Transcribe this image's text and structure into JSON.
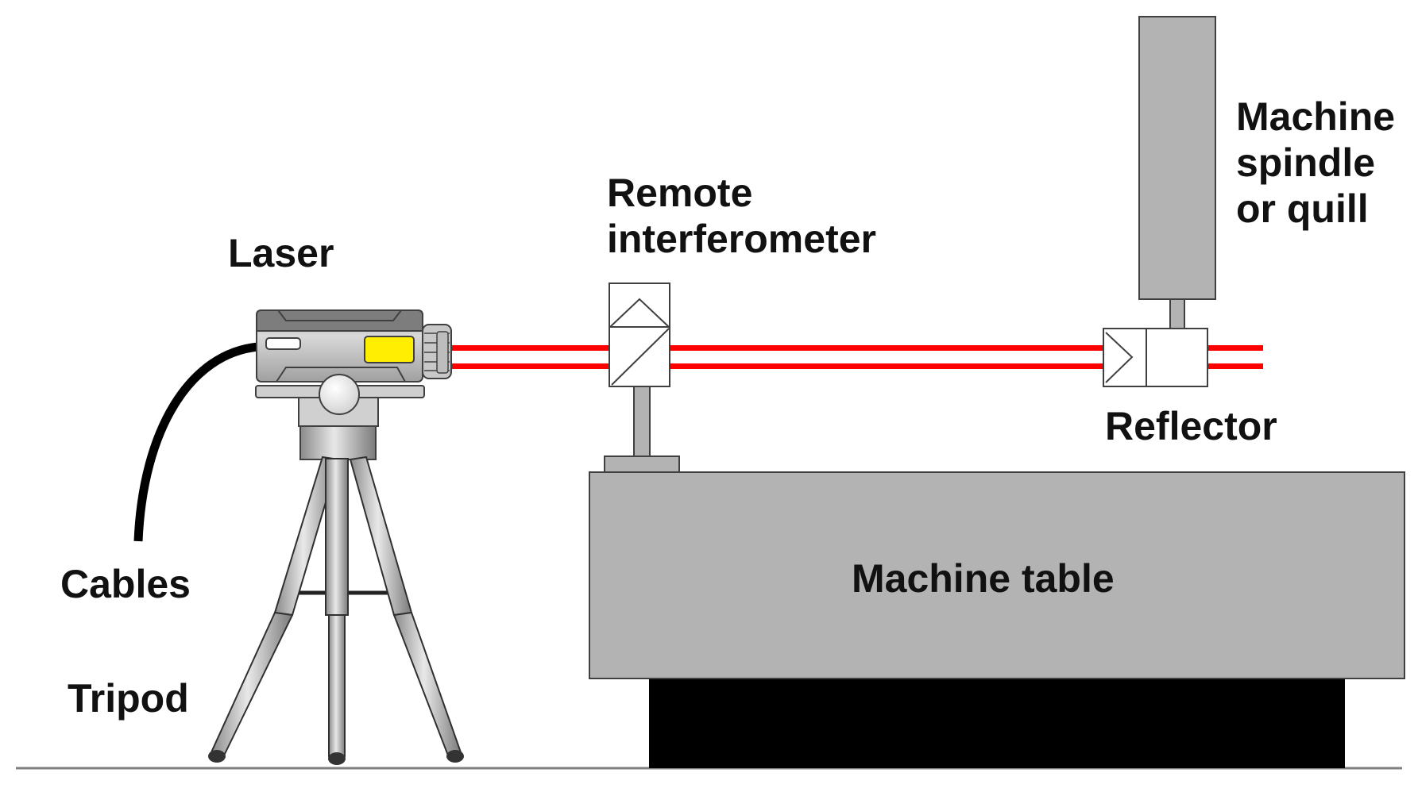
{
  "labels": {
    "laser": "Laser",
    "remote_interferometer": [
      "Remote",
      "interferometer"
    ],
    "machine_spindle": [
      "Machine",
      "spindle",
      "or quill"
    ],
    "reflector": "Reflector",
    "machine_table": "Machine table",
    "cables": "Cables",
    "tripod": "Tripod"
  },
  "colors": {
    "beam": "#ff0000",
    "laser_window": "#ffee00",
    "body_gray": "#b3b3b3",
    "base_black": "#000000"
  }
}
